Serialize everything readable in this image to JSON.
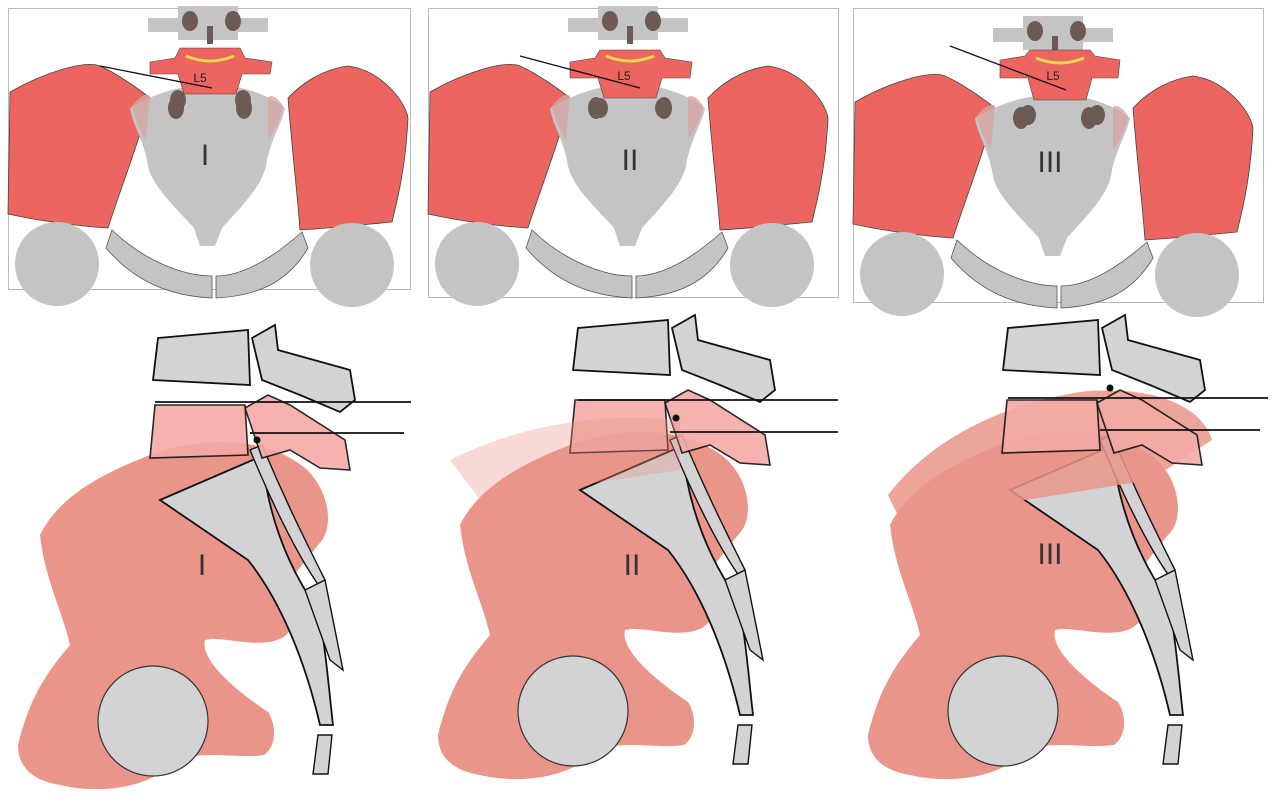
{
  "panels": [
    {
      "grade": "I",
      "vertebra_label": "L5"
    },
    {
      "grade": "II",
      "vertebra_label": "L5"
    },
    {
      "grade": "III",
      "vertebra_label": "L5"
    }
  ],
  "colors": {
    "ilium": "#ec6560",
    "bone": "#c4c4c5",
    "bone_light": "#d6d5d7",
    "lateral_pelvis": "#e9958a",
    "l5_lateral": "#f4aaa6",
    "disc": "#e8d84a",
    "dark_spot": "#6e5a55"
  }
}
